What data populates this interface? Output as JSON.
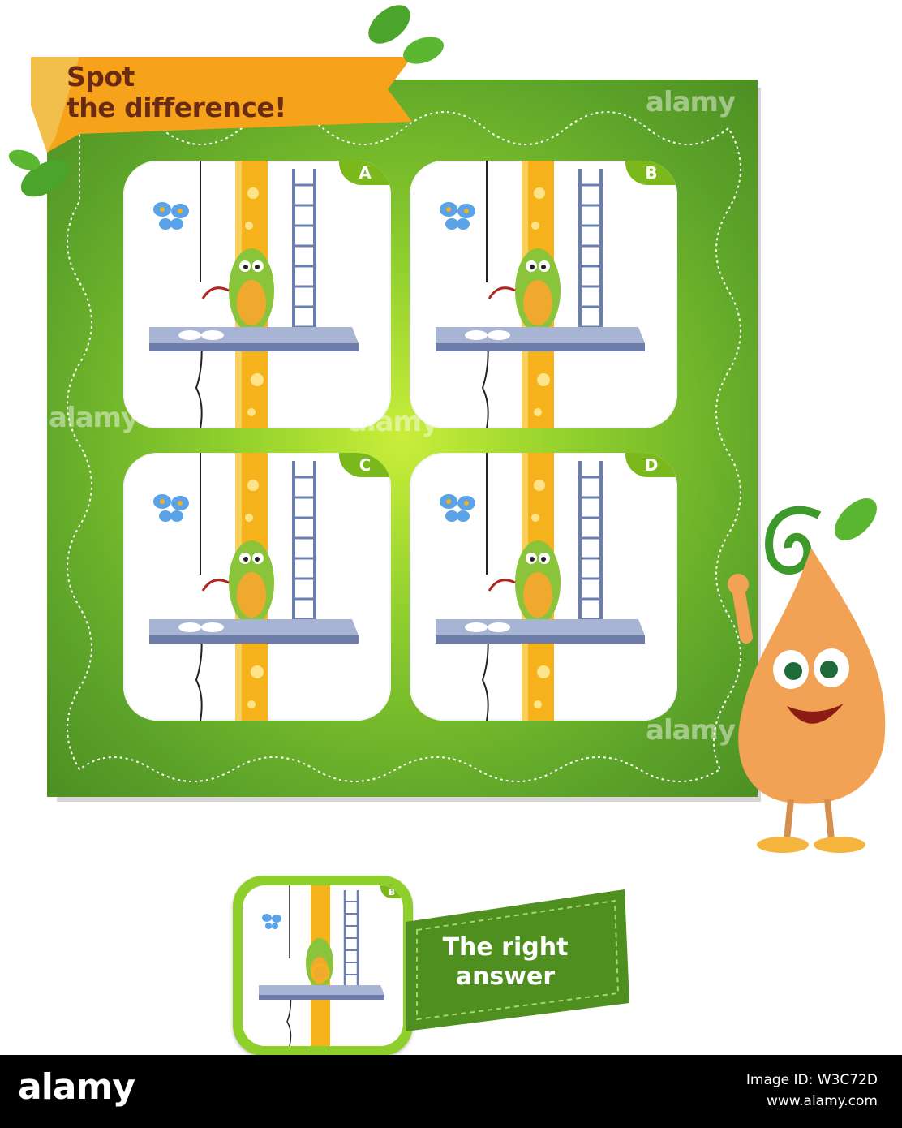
{
  "title": {
    "line1": "Spot",
    "line2": "the difference!"
  },
  "panels": [
    {
      "label": "A"
    },
    {
      "label": "B"
    },
    {
      "label": "C"
    },
    {
      "label": "D"
    }
  ],
  "answer": {
    "label": "B",
    "text_line1": "The right",
    "text_line2": "answer"
  },
  "watermarks": [
    "alamy",
    "alamy",
    "alamy",
    "alamy"
  ],
  "footer": {
    "logo": "alamy",
    "image_id": "Image ID: W3C72D",
    "site": "www.alamy.com"
  },
  "colors": {
    "board": "#7cc12a",
    "title_banner": "#f7a21b",
    "title_text": "#6b2a12",
    "tab": "#7ab81c",
    "answer_banner": "#4f8f1f"
  }
}
